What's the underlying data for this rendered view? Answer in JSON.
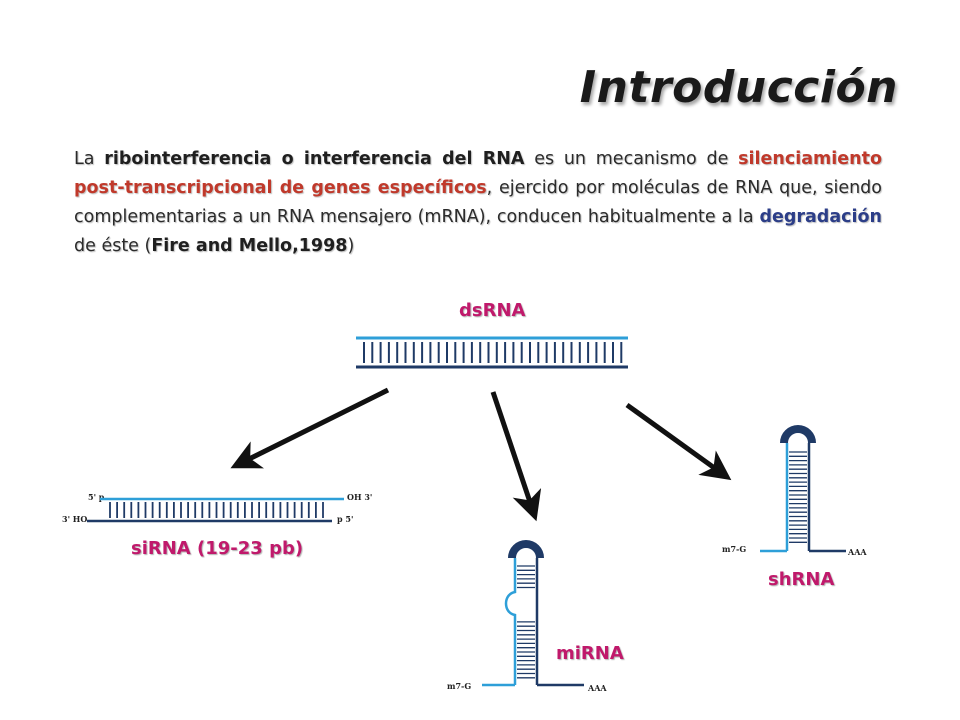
{
  "title": "Introducción",
  "paragraph": {
    "s1": "La ",
    "s2": "ribointerferencia o interferencia del RNA",
    "s3": " es un mecanismo de ",
    "s4": "silenciamiento post-transcripcional de genes específicos",
    "s5": ", ejercido por moléculas de RNA que, siendo complementarias a un RNA mensajero (mRNA), conducen habitualmente a la ",
    "s6": "degradación",
    "s7": " de éste (",
    "s8": "Fire and Mello,1998",
    "s9": ")"
  },
  "diagram": {
    "dsrna_label": "dsRNA",
    "sirna_label": "siRNA (19-23 pb)",
    "mirna_label": "miRNA",
    "shrna_label": "shRNA",
    "sirna_5p": "5' p",
    "sirna_oh3": "OH 3'",
    "sirna_3ho": "3' HO",
    "sirna_p5": "p 5'",
    "shrna_m7g": "m7-G",
    "shrna_aaa": "AAA",
    "mirna_m7g": "m7-G",
    "mirna_aaa": "AAA"
  },
  "colors": {
    "strand_light": "#2e9fd8",
    "strand_dark": "#1f3a66",
    "loop": "#1f3a66",
    "label_magenta": "#c0196b",
    "arrow": "#111111"
  }
}
